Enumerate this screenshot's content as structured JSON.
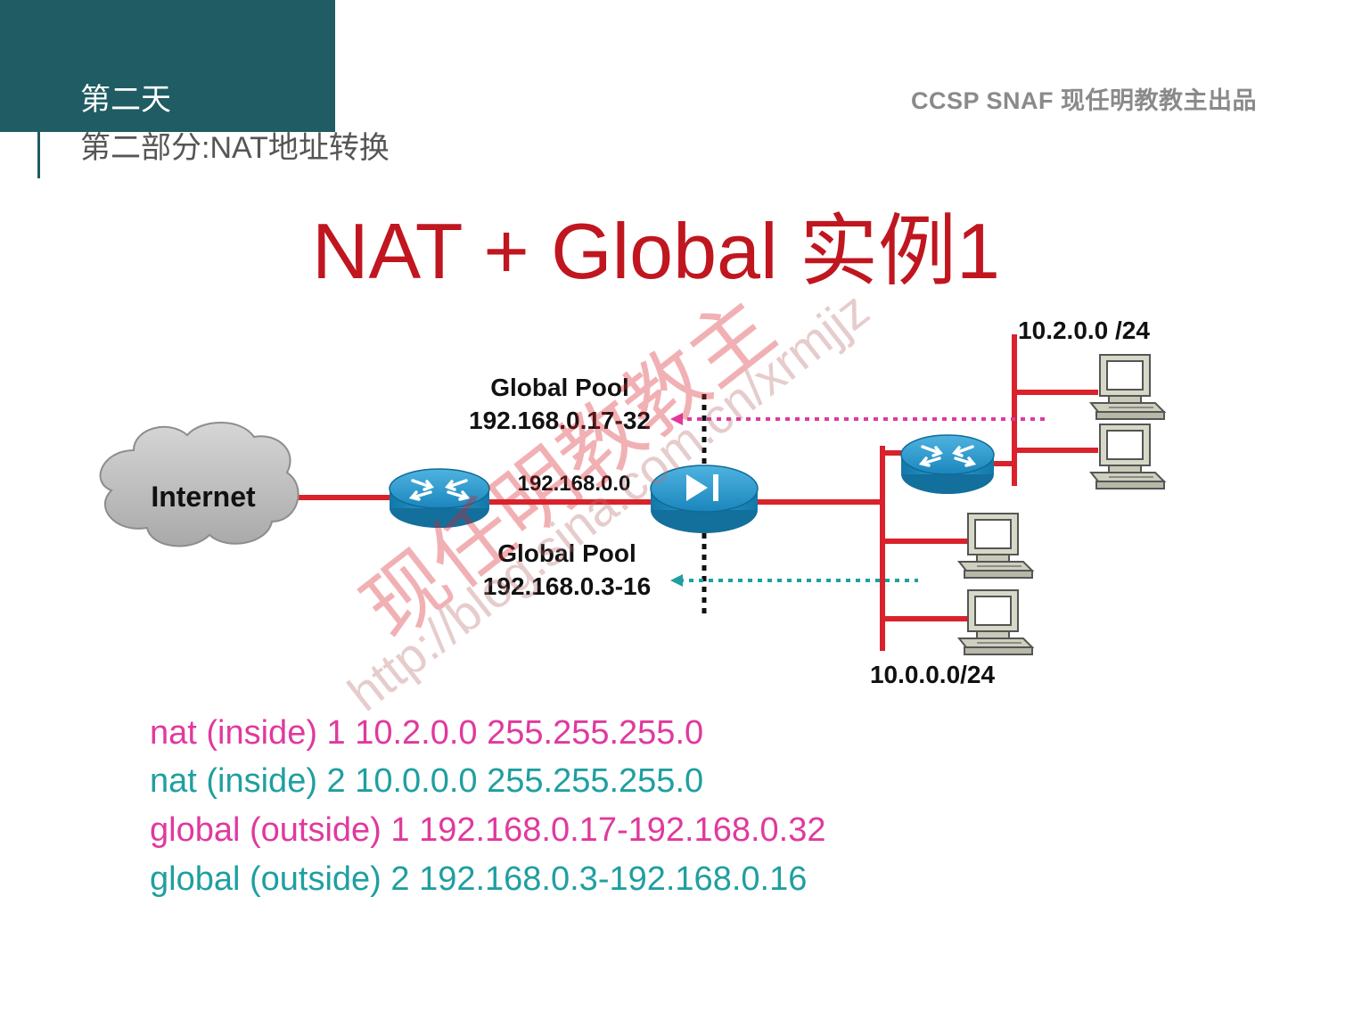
{
  "header": {
    "day_title": "第二天",
    "section_title": "第二部分:NAT地址转换",
    "brand": "CCSP SNAF  现任明教教主出品"
  },
  "slide": {
    "title": "NAT + Global 实例1"
  },
  "diagram": {
    "internet_label": "Internet",
    "global_pool_1_title": "Global Pool",
    "global_pool_1_range": "192.168.0.17-32",
    "link_network": "192.168.0.0",
    "global_pool_2_title": "Global Pool",
    "global_pool_2_range": "192.168.0.3-16",
    "net_upper": "10.2.0.0 /24",
    "net_lower": "10.0.0.0/24",
    "icons": [
      "cloud-icon",
      "router-icon",
      "firewall-icon",
      "router-icon",
      "computer-icon"
    ]
  },
  "watermark": {
    "chars": "现任明教教主",
    "url": "http://blog.sina.com.cn/xrmjjz"
  },
  "config_lines": [
    "nat (inside) 1 10.2.0.0 255.255.255.0",
    "nat (inside) 2 10.0.0.0 255.255.255.0",
    "global (outside) 1 192.168.0.17-192.168.0.32",
    "global (outside) 2 192.168.0.3-192.168.0.16"
  ],
  "colors": {
    "header_bg": "#1f5c63",
    "title": "#c0161f",
    "link": "#d9222b",
    "pink": "#e0399e",
    "teal": "#1f9fa0",
    "device_blue": "#1c8fc7"
  }
}
